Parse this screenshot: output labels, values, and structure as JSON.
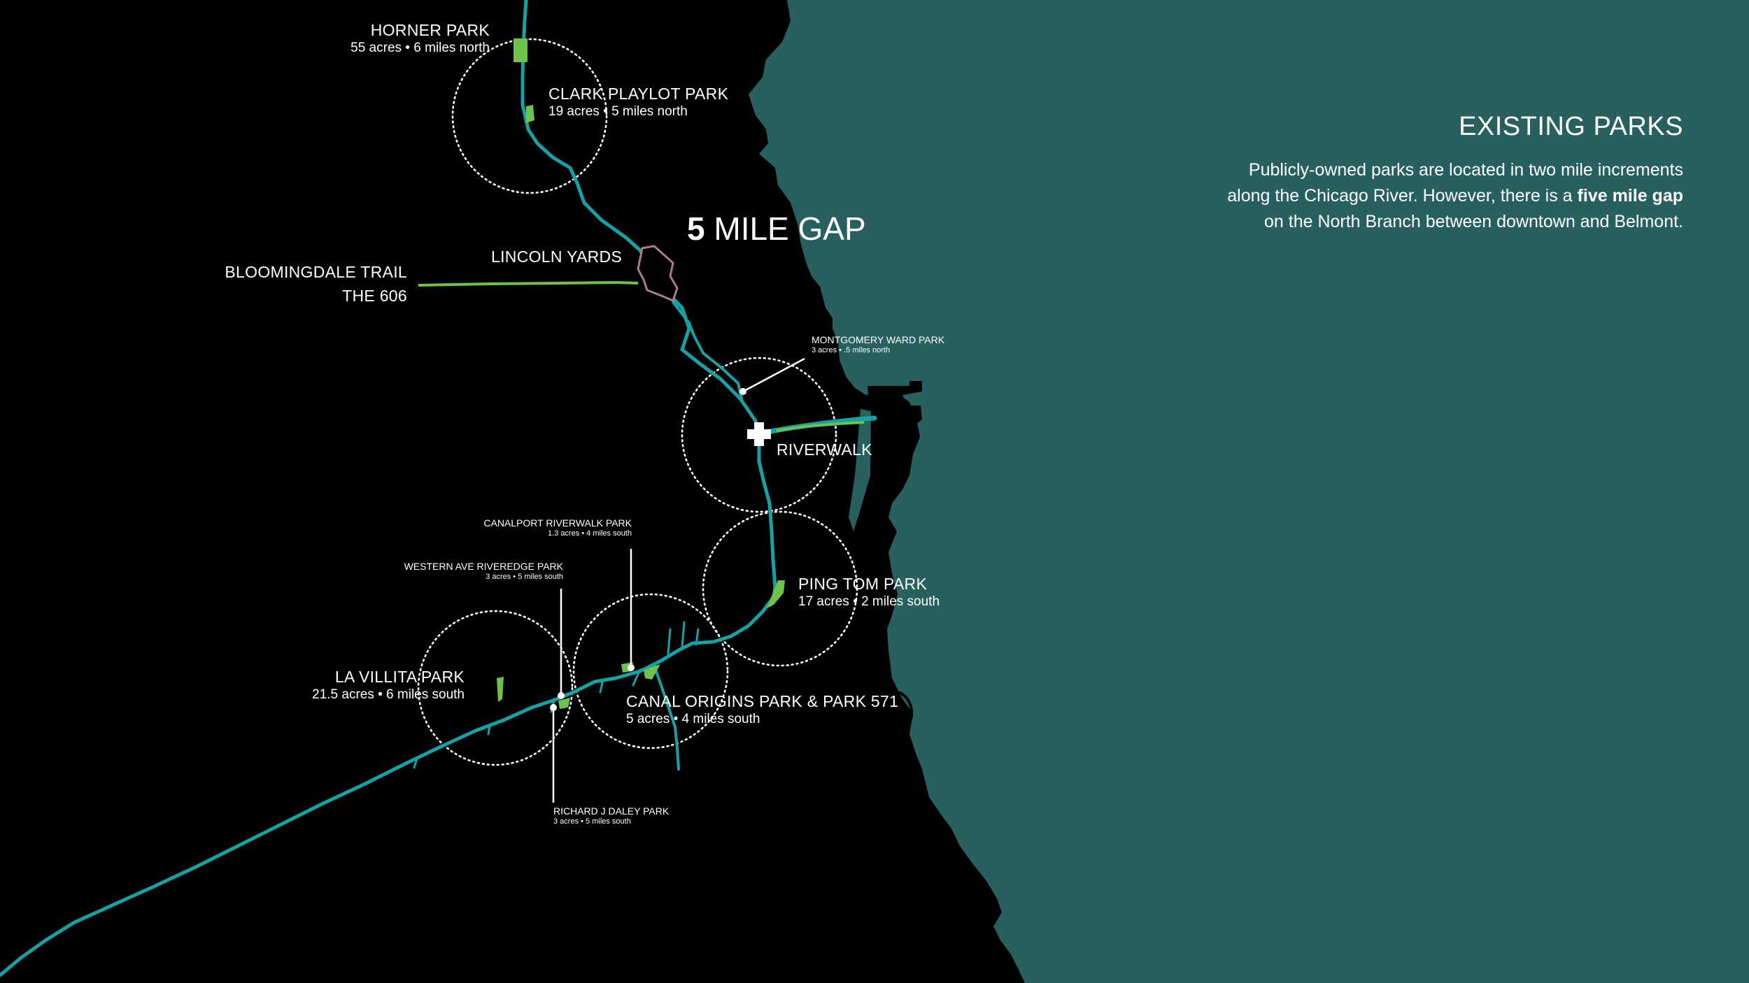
{
  "panel": {
    "title": "EXISTING PARKS",
    "line1": "Publicly-owned parks are located in two mile increments",
    "line2_prefix": "along the Chicago River.  However, there is a ",
    "line2_bold": "five mile gap",
    "line3": "on the North Branch between downtown and Belmont."
  },
  "gap": {
    "number": "5",
    "text": "MILE GAP"
  },
  "parks": {
    "horner": {
      "name": "HORNER PARK",
      "detail": "55 acres • 6 miles north"
    },
    "clark": {
      "name": "CLARK PLAYLOT PARK",
      "detail": "19 acres • 5 miles north"
    },
    "lincoln": {
      "name": "LINCOLN YARDS"
    },
    "bloomingdale": {
      "name": "BLOOMINGDALE TRAIL",
      "sub": "THE 606"
    },
    "montgomery": {
      "name": "MONTGOMERY WARD PARK",
      "detail": "3 acres • .5 miles north"
    },
    "riverwalk": {
      "name": "RIVERWALK"
    },
    "pingtom": {
      "name": "PING TOM PARK",
      "detail": "17 acres • 2 miles south"
    },
    "canalport": {
      "name": "CANALPORT RIVERWALK PARK",
      "detail": "1.3 acres • 4 miles south"
    },
    "western": {
      "name": "WESTERN AVE RIVEREDGE PARK",
      "detail": "3 acres • 5 miles south"
    },
    "lavillita": {
      "name": "LA VILLITA PARK",
      "detail": "21.5 acres • 6 miles south"
    },
    "canalorigins": {
      "name": "CANAL ORIGINS PARK & PARK 571",
      "detail": "5 acres • 4 miles south"
    },
    "daley": {
      "name": "RICHARD J DALEY PARK",
      "detail": "3 acres • 5 miles south"
    }
  },
  "colors": {
    "land": "#000000",
    "lake": "#28605f",
    "river": "#16a1a4",
    "park": "#6cc24a",
    "lincoln_yards": "#b07a85",
    "radius_circle": "#ffffff"
  },
  "icons": {
    "downtown_marker": "plus-icon"
  }
}
